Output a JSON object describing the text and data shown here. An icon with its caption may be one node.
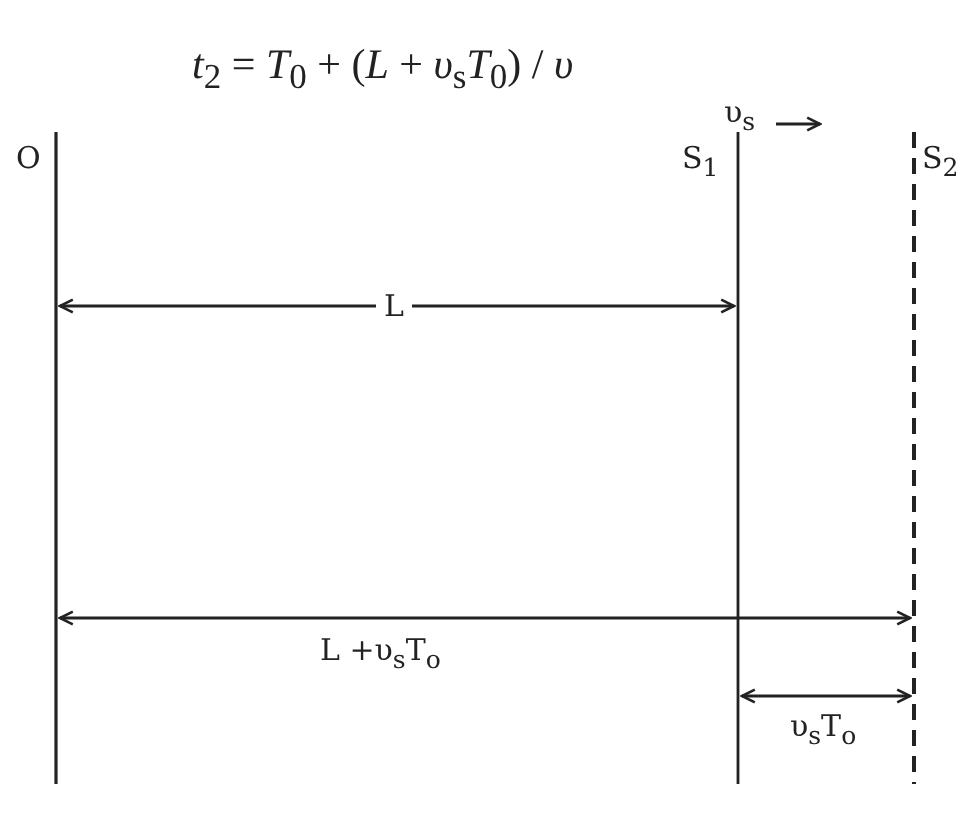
{
  "diagram": {
    "title": "*t*$_{2}$ = *T*$_{0}$ + (*L* + *υ*$_{s}$*T*$_{0}$) / *υ*",
    "labels": [
      "υ$_{s}$",
      "O",
      "S$_{1}$",
      "S$_{2}$",
      "L",
      "L +υ$_{s}$T$_{o}$",
      "υ$_{s}$T$_{o}$"
    ]
  }
}
